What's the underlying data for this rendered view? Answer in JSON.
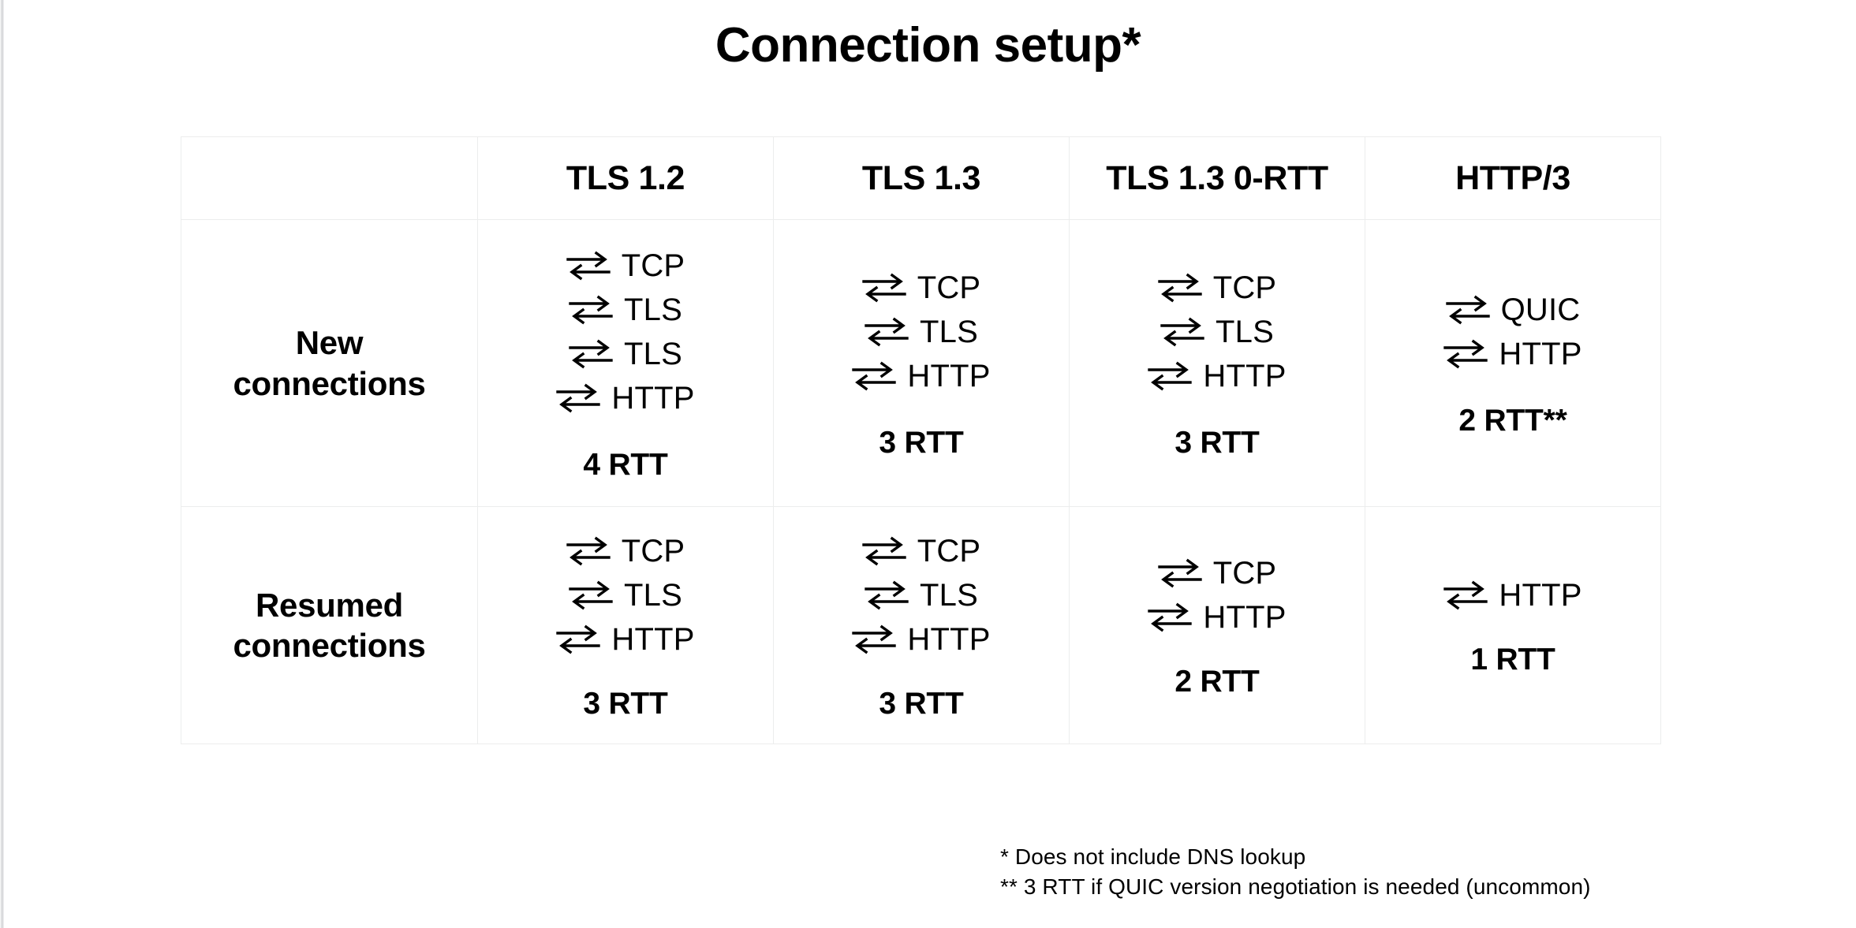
{
  "slide": {
    "title": "Connection setup*",
    "background_color": "#ffffff",
    "text_color": "#000000",
    "border_color": "#eceded"
  },
  "table": {
    "corner_header": "",
    "columns": [
      {
        "label": "TLS 1.2"
      },
      {
        "label": "TLS 1.3"
      },
      {
        "label": "TLS 1.3 0-RTT"
      },
      {
        "label": "HTTP/3"
      }
    ],
    "rows": [
      {
        "label_line1": "New",
        "label_line2": "connections",
        "cells": [
          {
            "steps": [
              "TCP",
              "TLS",
              "TLS",
              "HTTP"
            ],
            "rtt": "4 RTT"
          },
          {
            "steps": [
              "TCP",
              "TLS",
              "HTTP"
            ],
            "rtt": "3 RTT"
          },
          {
            "steps": [
              "TCP",
              "TLS",
              "HTTP"
            ],
            "rtt": "3 RTT"
          },
          {
            "steps": [
              "QUIC",
              "HTTP"
            ],
            "rtt": "2 RTT**"
          }
        ]
      },
      {
        "label_line1": "Resumed",
        "label_line2": "connections",
        "cells": [
          {
            "steps": [
              "TCP",
              "TLS",
              "HTTP"
            ],
            "rtt": "3 RTT"
          },
          {
            "steps": [
              "TCP",
              "TLS",
              "HTTP"
            ],
            "rtt": "3 RTT"
          },
          {
            "steps": [
              "TCP",
              "HTTP"
            ],
            "rtt": "2 RTT"
          },
          {
            "steps": [
              "HTTP"
            ],
            "rtt": "1 RTT"
          }
        ]
      }
    ],
    "step_icon": "round-trip-arrows-icon"
  },
  "footnotes": [
    "* Does not include DNS lookup",
    "** 3 RTT if QUIC version negotiation is needed (uncommon)"
  ]
}
